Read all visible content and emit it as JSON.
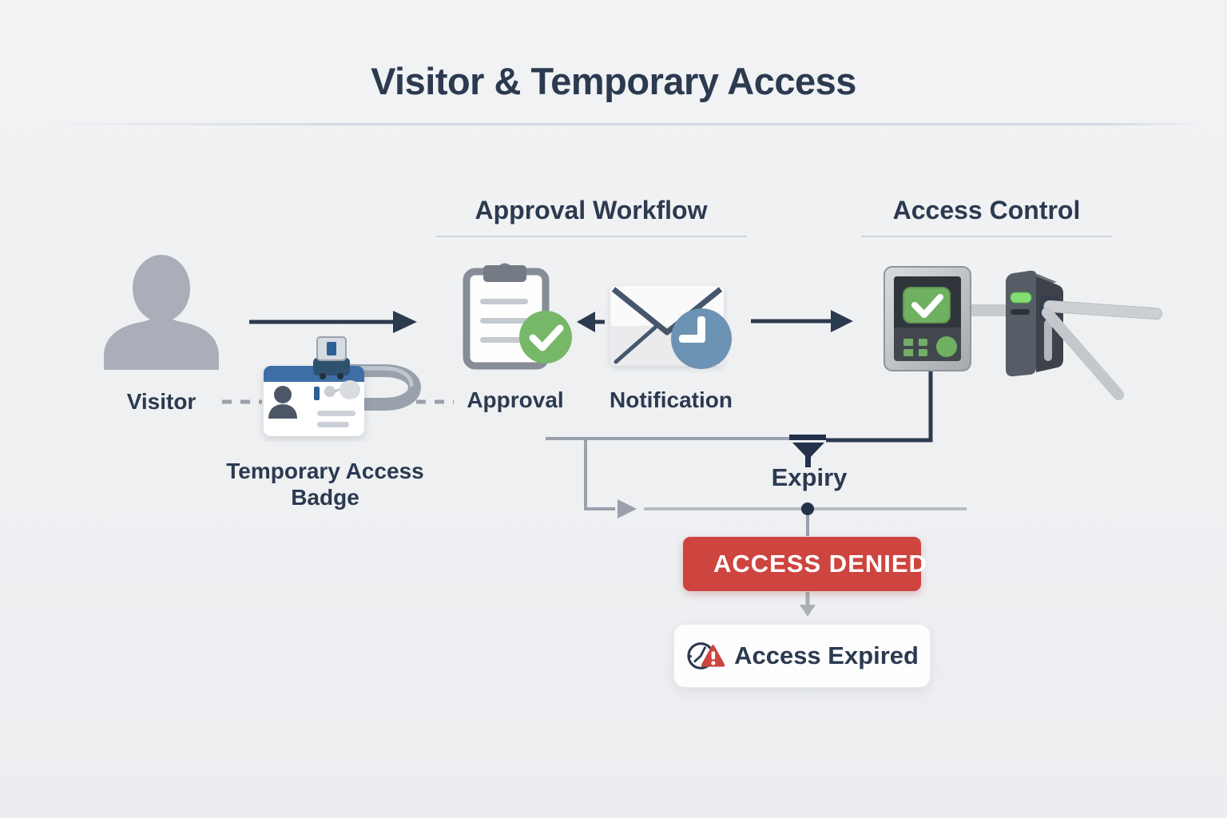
{
  "title": "Visitor & Temporary Access",
  "sections": [
    {
      "label": "Approval Workflow"
    },
    {
      "label": "Access Control"
    }
  ],
  "nodes": {
    "visitor": "Visitor",
    "badge": "Temporary Access Badge",
    "approval": "Approval",
    "notification": "Notification",
    "expiry": "Expiry",
    "access_denied": "ACCESS DENIED",
    "access_expired": "Access Expired"
  },
  "icons": {
    "visitor": "person-silhouette",
    "badge": "id-card-with-lanyard",
    "approval": "clipboard-with-check",
    "notification": "envelope-with-clock",
    "reader": "card-reader-with-check",
    "gate": "turnstile",
    "denied": "x-circle",
    "expired": "clock-with-warning-triangle"
  },
  "colors": {
    "background": "#eff0f2",
    "heading_text": "#2c3a50",
    "connector_dark": "#2c3a4e",
    "connector_gray": "#9aa1ac",
    "visitor_gray": "#a9aeb8",
    "approved_green": "#77b868",
    "notification_blue": "#6d93b4",
    "badge_blue": "#3d6ea6",
    "denied_red": "#ce443f",
    "led_green": "#84df73"
  }
}
